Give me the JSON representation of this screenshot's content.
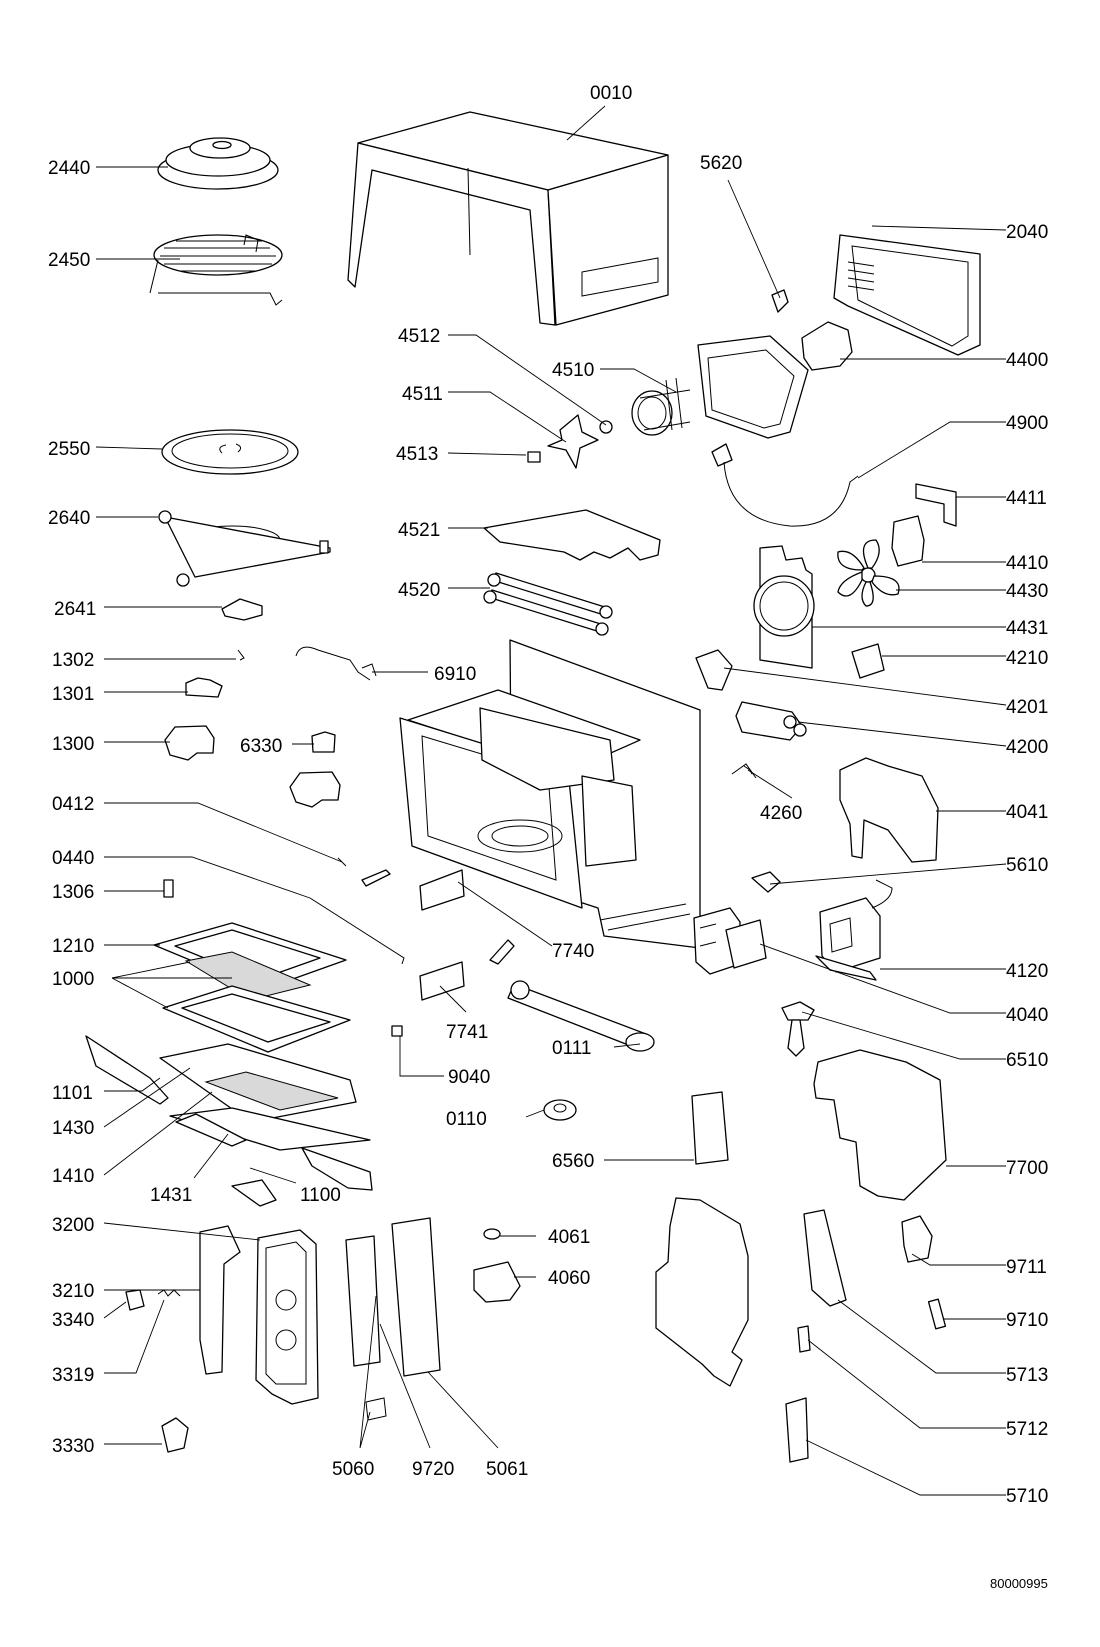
{
  "diagram": {
    "title": "",
    "document_number": "80000995",
    "callouts": [
      "0010",
      "2440",
      "5620",
      "2040",
      "2450",
      "4512",
      "4510",
      "4400",
      "4511",
      "4900",
      "2550",
      "4513",
      "2640",
      "4521",
      "4411",
      "4410",
      "4430",
      "4520",
      "2641",
      "4431",
      "1302",
      "4210",
      "6910",
      "1301",
      "4201",
      "1300",
      "6330",
      "4200",
      "0412",
      "4260",
      "4041",
      "0440",
      "5610",
      "1306",
      "1210",
      "7740",
      "4120",
      "1000",
      "7741",
      "4040",
      "0111",
      "6510",
      "9040",
      "1101",
      "1430",
      "0110",
      "7700",
      "6560",
      "1410",
      "1431",
      "1100",
      "3200",
      "4061",
      "9711",
      "3210",
      "4060",
      "3340",
      "9710",
      "3319",
      "5713",
      "5712",
      "3330",
      "5060",
      "9720",
      "5061",
      "5710"
    ]
  }
}
